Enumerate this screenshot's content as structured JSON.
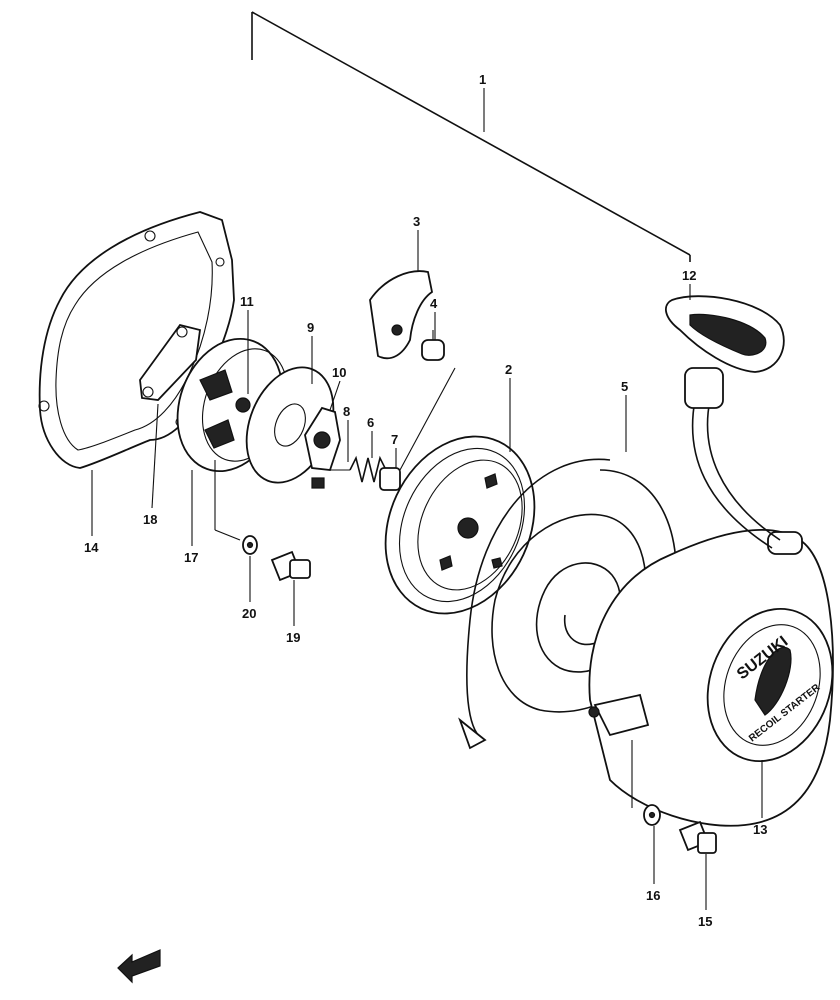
{
  "diagram": {
    "part_labels": [
      "1",
      "2",
      "3",
      "4",
      "5",
      "6",
      "7",
      "8",
      "9",
      "10",
      "11",
      "12",
      "13",
      "14",
      "15",
      "16",
      "17",
      "18",
      "19",
      "20"
    ],
    "handle_text": "",
    "cover_brand": "SUZUKI",
    "cover_subtext": "RECOIL STARTER"
  }
}
